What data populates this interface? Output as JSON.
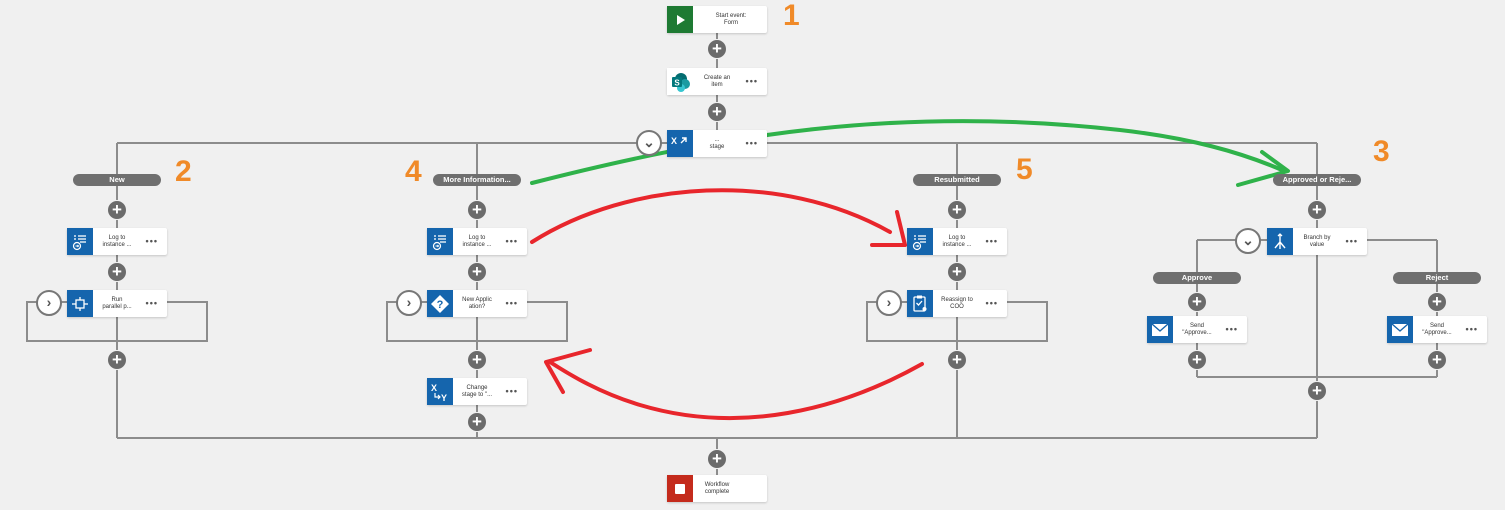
{
  "colors": {
    "connector": "#8c8c8c",
    "node_icon_blue": "#1565ad",
    "start_icon": "#1e7a33",
    "end_icon": "#c42b1c",
    "annotation_number": "#f08a28",
    "arrow_green": "#2fb24a",
    "arrow_red": "#e8262c"
  },
  "annotations": [
    "1",
    "2",
    "3",
    "4",
    "5"
  ],
  "branches": {
    "new": "New",
    "more_info": "More Information...",
    "resubmitted": "Resubmitted",
    "approved_or_rejected": "Approved or Reje...",
    "approve": "Approve",
    "reject": "Reject"
  },
  "nodes": {
    "start": {
      "label": "Start event:\nForm",
      "icon": "play-icon"
    },
    "create_item": {
      "label": "Create an\nitem",
      "icon": "sharepoint-icon"
    },
    "change_stage_main": {
      "label": "...\nstage",
      "icon": "change-stage-icon"
    },
    "log_new": {
      "label": "Log to\ninstance ...",
      "icon": "log-icon"
    },
    "run_parallel": {
      "label": "Run\nparallel p...",
      "icon": "parallel-icon"
    },
    "log_more": {
      "label": "Log to\ninstance ...",
      "icon": "log-icon"
    },
    "new_application": {
      "label": "New Applic\nation?",
      "icon": "decision-icon"
    },
    "change_stage_more": {
      "label": "Change\nstage to \"...",
      "icon": "change-stage-icon"
    },
    "log_resub": {
      "label": "Log to\ninstance ...",
      "icon": "log-icon"
    },
    "reassign_coo": {
      "label": "Reassign to\nCOO",
      "icon": "task-icon"
    },
    "branch_by_value": {
      "label": "Branch by\nvalue",
      "icon": "branch-icon"
    },
    "send_approve": {
      "label": "Send\n\"Approve...",
      "icon": "mail-icon"
    },
    "send_reject": {
      "label": "Send\n\"Approve...",
      "icon": "mail-icon"
    },
    "workflow_complete": {
      "label": "Workflow\ncomplete",
      "icon": "stop-icon"
    }
  },
  "more_label": "•••",
  "plus_label": "+"
}
